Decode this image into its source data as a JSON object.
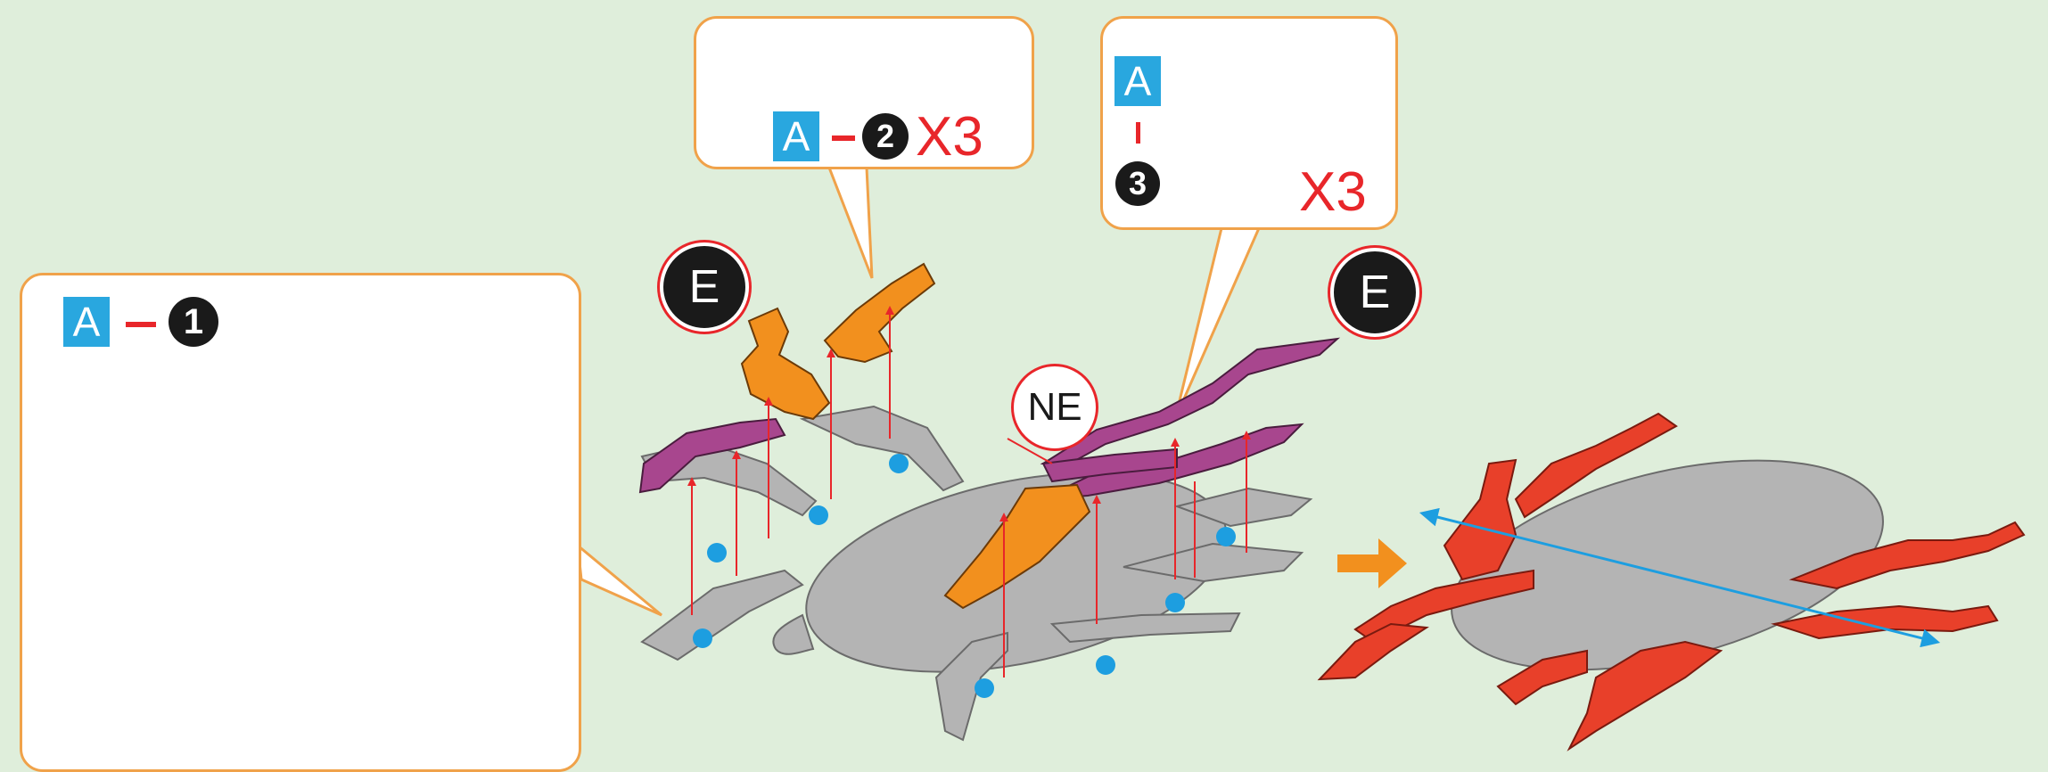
{
  "callouts": {
    "a1": {
      "part": "A",
      "number": "1"
    },
    "a2": {
      "part": "A",
      "number": "2",
      "quantity": "X3"
    },
    "a3": {
      "part": "A",
      "number": "3",
      "quantity": "X3"
    }
  },
  "markers": {
    "e_left": "E",
    "e_right": "E",
    "ne": "NE"
  },
  "colors": {
    "background": "#dfeedb",
    "callout_border": "#f0a24a",
    "part_tag": "#29a7df",
    "leg_orange": "#f2901e",
    "leg_purple": "#a8468e",
    "body_gray": "#b4b4b4",
    "assembled_red": "#e8402a",
    "peg_dot": "#1d9ee0",
    "arrow": "#f2901e",
    "guide_line": "#e8262a"
  }
}
